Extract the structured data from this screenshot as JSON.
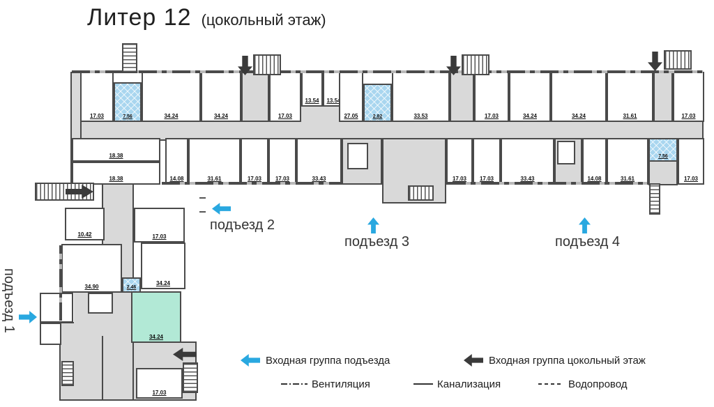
{
  "title": {
    "main": "Литер 12",
    "sub": "(цокольный этаж)"
  },
  "entrances": {
    "p1": {
      "label": "подъезд 1"
    },
    "p2": {
      "label": "подъезд 2"
    },
    "p3": {
      "label": "подъезд 3"
    },
    "p4": {
      "label": "подъезд 4"
    }
  },
  "rooms": {
    "top": [
      "17.03",
      "7.56",
      "34.24",
      "34.24",
      "17.03",
      "13.54",
      "13.54",
      "27.05",
      "2.82",
      "33.53",
      "17.03",
      "34.24",
      "34.24",
      "31.61",
      "17.03"
    ],
    "bottom": [
      "18.38",
      "18.38",
      "14.08",
      "31.61",
      "17.03",
      "17.03",
      "33.43",
      "17.03",
      "17.03",
      "33.43",
      "14.08",
      "31.61",
      "7.56",
      "17.03"
    ],
    "wing": [
      "10.42",
      "17.03",
      "34.90",
      "2.46",
      "34.24",
      "34.24",
      "17.03"
    ]
  },
  "legend": {
    "entrance_porch": "Входная группа подъезда",
    "entrance_basement": "Входная группа цокольный этаж",
    "ventilation": "Вентиляция",
    "sewerage": "Канализация",
    "water": "Водопровод"
  },
  "colors": {
    "wall": "#4a4a4a",
    "corridor": "#d9d9d9",
    "wet_room": "#a9d6ef",
    "highlight_room": "#b2e9d6",
    "entrance_arrow": "#29a8e0",
    "basement_arrow": "#3a3a3a"
  }
}
